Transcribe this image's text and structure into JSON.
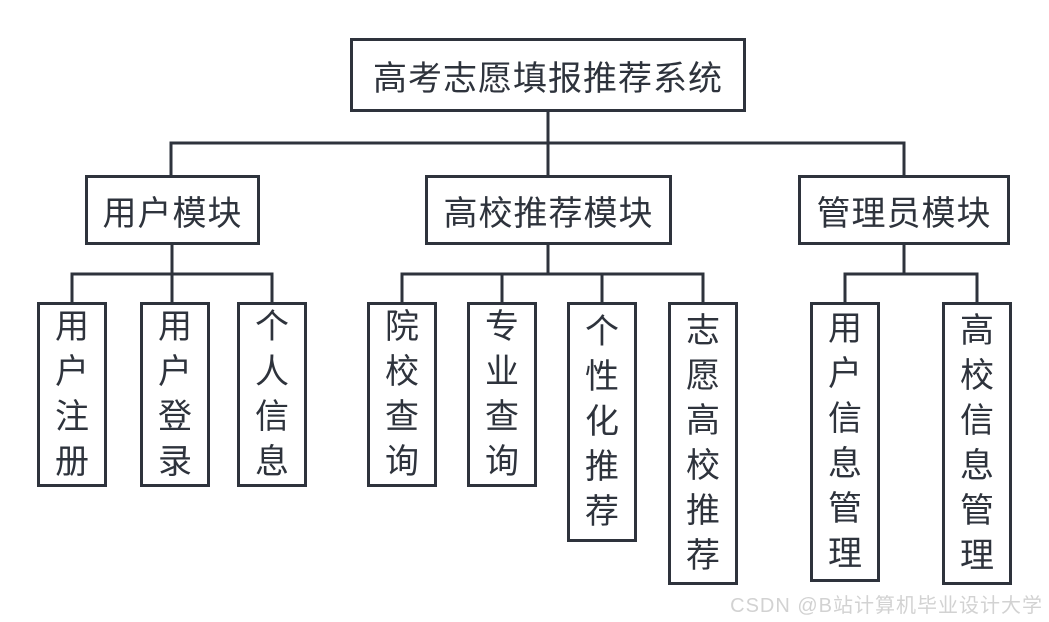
{
  "diagram": {
    "type": "hierarchy-tree",
    "root": {
      "label": "高考志愿填报推荐系统"
    },
    "modules": [
      {
        "label": "用户模块",
        "children": [
          {
            "label": "用户注册"
          },
          {
            "label": "用户登录"
          },
          {
            "label": "个人信息"
          }
        ]
      },
      {
        "label": "高校推荐模块",
        "children": [
          {
            "label": "院校查询"
          },
          {
            "label": "专业查询"
          },
          {
            "label": "个性化推荐"
          },
          {
            "label": "志愿高校推荐"
          }
        ]
      },
      {
        "label": "管理员模块",
        "children": [
          {
            "label": "用户信息管理"
          },
          {
            "label": "高校信息管理"
          }
        ]
      }
    ]
  },
  "watermark": {
    "text": "CSDN @B站计算机毕业设计大学"
  },
  "colors": {
    "line": "#2e333c",
    "text": "#2e333c",
    "background": "#ffffff",
    "watermark": "#d2d2d2"
  }
}
